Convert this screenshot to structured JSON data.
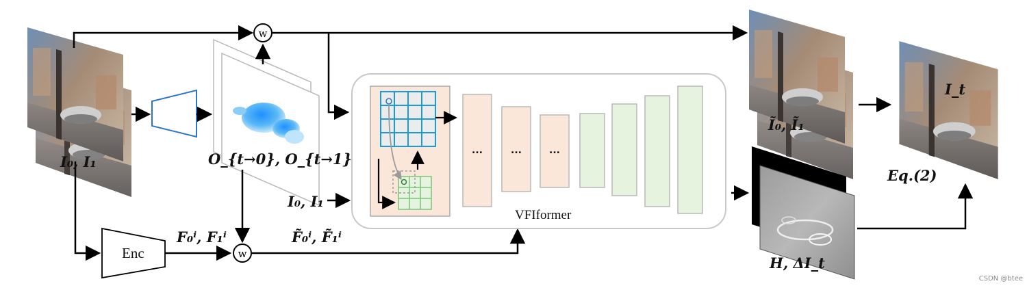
{
  "labels": {
    "input_frames": "I₀, I₁",
    "flow": "O_{t→0}, O_{t→1}",
    "enc": "Enc",
    "features": "F₀ⁱ, F₁ⁱ",
    "warped_features": "F̃₀ⁱ, F̃₁ⁱ",
    "input_frames_2": "I₀, I₁",
    "vfiformer": "VFIformer",
    "warped_frames": "Ĩ₀, Ĩ₁",
    "residual": "H, ΔI_t",
    "equation": "Eq.(2)",
    "output": "I_t",
    "warp_symbol": "w",
    "dots": "...",
    "watermark": "CSDN @btee"
  },
  "colors": {
    "grid_blue": "#1a9bd7",
    "grid_green": "#7cc47a",
    "decoder_fill": "#fbe6da",
    "encoder_fill": "#e6f3df",
    "panel_border": "#c8c8c8",
    "flow_blue": "#3aa8f0"
  }
}
